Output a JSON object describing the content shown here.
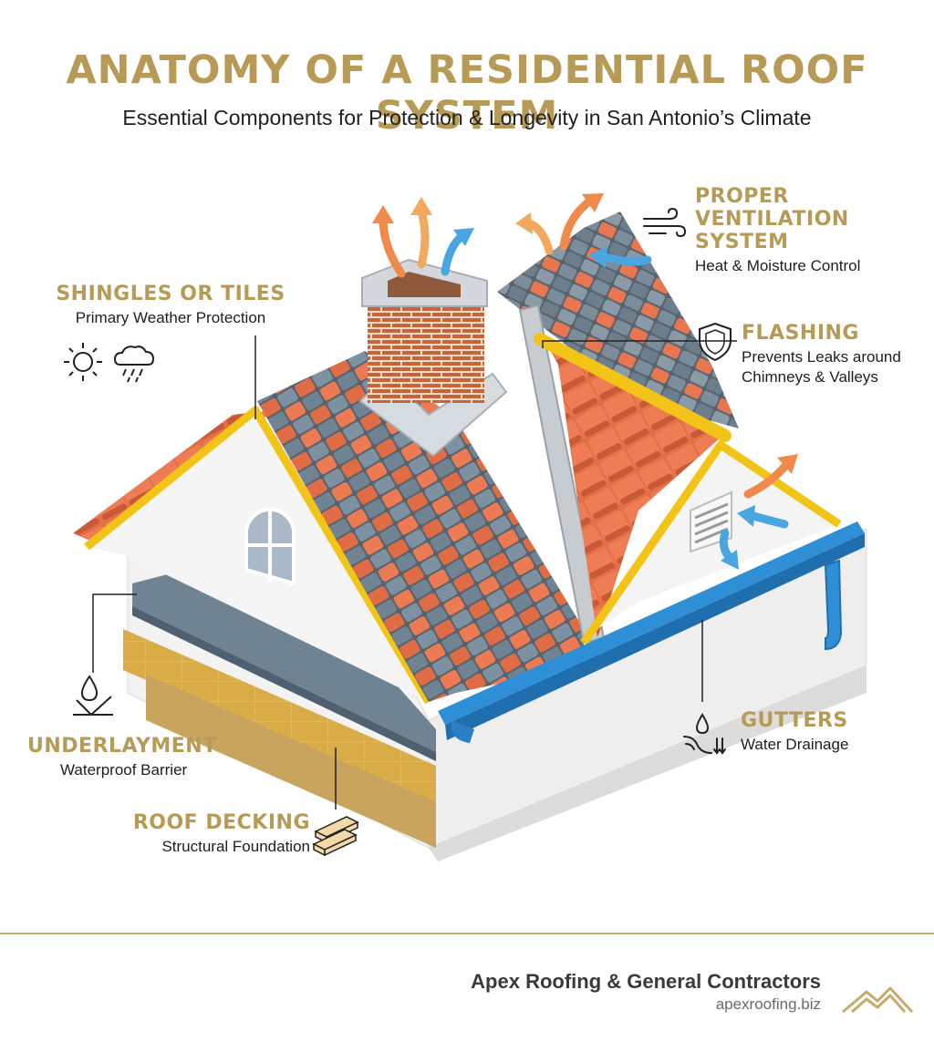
{
  "header": {
    "title": "ANATOMY OF A RESIDENTIAL ROOF SYSTEM",
    "subtitle": "Essential Components for Protection & Longevity in San Antonio’s Climate"
  },
  "components": {
    "shingles": {
      "title": "SHINGLES OR TILES",
      "desc": "Primary Weather Protection",
      "icons": [
        "sun-icon",
        "rain-cloud-icon"
      ]
    },
    "ventilation": {
      "title_lines": [
        "PROPER",
        "VENTILATION",
        "SYSTEM"
      ],
      "desc": "Heat & Moisture Control",
      "icon": "wind-icon"
    },
    "flashing": {
      "title": "FLASHING",
      "desc_lines": [
        "Prevents Leaks around",
        "Chimneys & Valleys"
      ],
      "icon": "shield-icon"
    },
    "underlayment": {
      "title": "UNDERLAYMENT",
      "desc": "Waterproof Barrier",
      "icon": "water-drop-barrier-icon"
    },
    "gutters": {
      "title": "GUTTERS",
      "desc": "Water Drainage",
      "icon": "water-drainage-icon"
    },
    "decking": {
      "title": "ROOF DECKING",
      "desc": "Structural Foundation",
      "icon": "wood-planks-icon"
    }
  },
  "footer": {
    "company": "Apex Roofing & General Contractors",
    "website": "apexroofing.biz",
    "logo_icon": "roof-logo-icon"
  },
  "colors": {
    "accent_gold": "#b79a55",
    "tile_orange": "#e8704a",
    "slate_gray": "#6f8393",
    "gutter_blue": "#2f8fd6",
    "trim_yellow": "#f2c418",
    "airflow_orange": "#f08a4b",
    "airflow_blue": "#4aa6e0"
  }
}
